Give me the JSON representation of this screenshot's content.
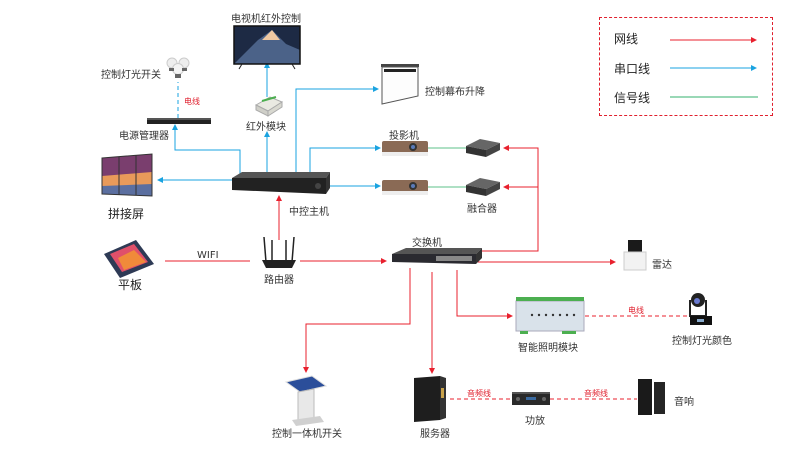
{
  "legend": {
    "items": [
      {
        "label": "网线",
        "color": "#e8202e",
        "style": "arrow"
      },
      {
        "label": "串口线",
        "color": "#1aa3e0",
        "style": "arrow"
      },
      {
        "label": "信号线",
        "color": "#5cc08a",
        "style": "line"
      }
    ]
  },
  "nodes": {
    "tv": "电视机红外控制",
    "light_switch": "控制灯光开关",
    "power_manager": "电源管理器",
    "ir_module": "红外模块",
    "screen": "控制幕布升降",
    "projector": "投影机",
    "blender": "融合器",
    "video_wall": "拼接屏",
    "controller": "中控主机",
    "tablet": "平板",
    "router": "路由器",
    "switch": "交换机",
    "radar": "雷达",
    "lighting_module": "智能照明模块",
    "moving_light": "控制灯光颜色",
    "kiosk": "控制一体机开关",
    "server": "服务器",
    "amplifier": "功放",
    "speaker": "音响"
  },
  "edge_labels": {
    "power_line_1": "电线",
    "power_line_2": "电线",
    "wifi": "WIFI",
    "audio_line_1": "音频线",
    "audio_line_2": "音频线"
  },
  "colors": {
    "network": "#e8202e",
    "serial": "#1aa3e0",
    "signal": "#5cc08a",
    "legend_border": "#e0202e"
  }
}
